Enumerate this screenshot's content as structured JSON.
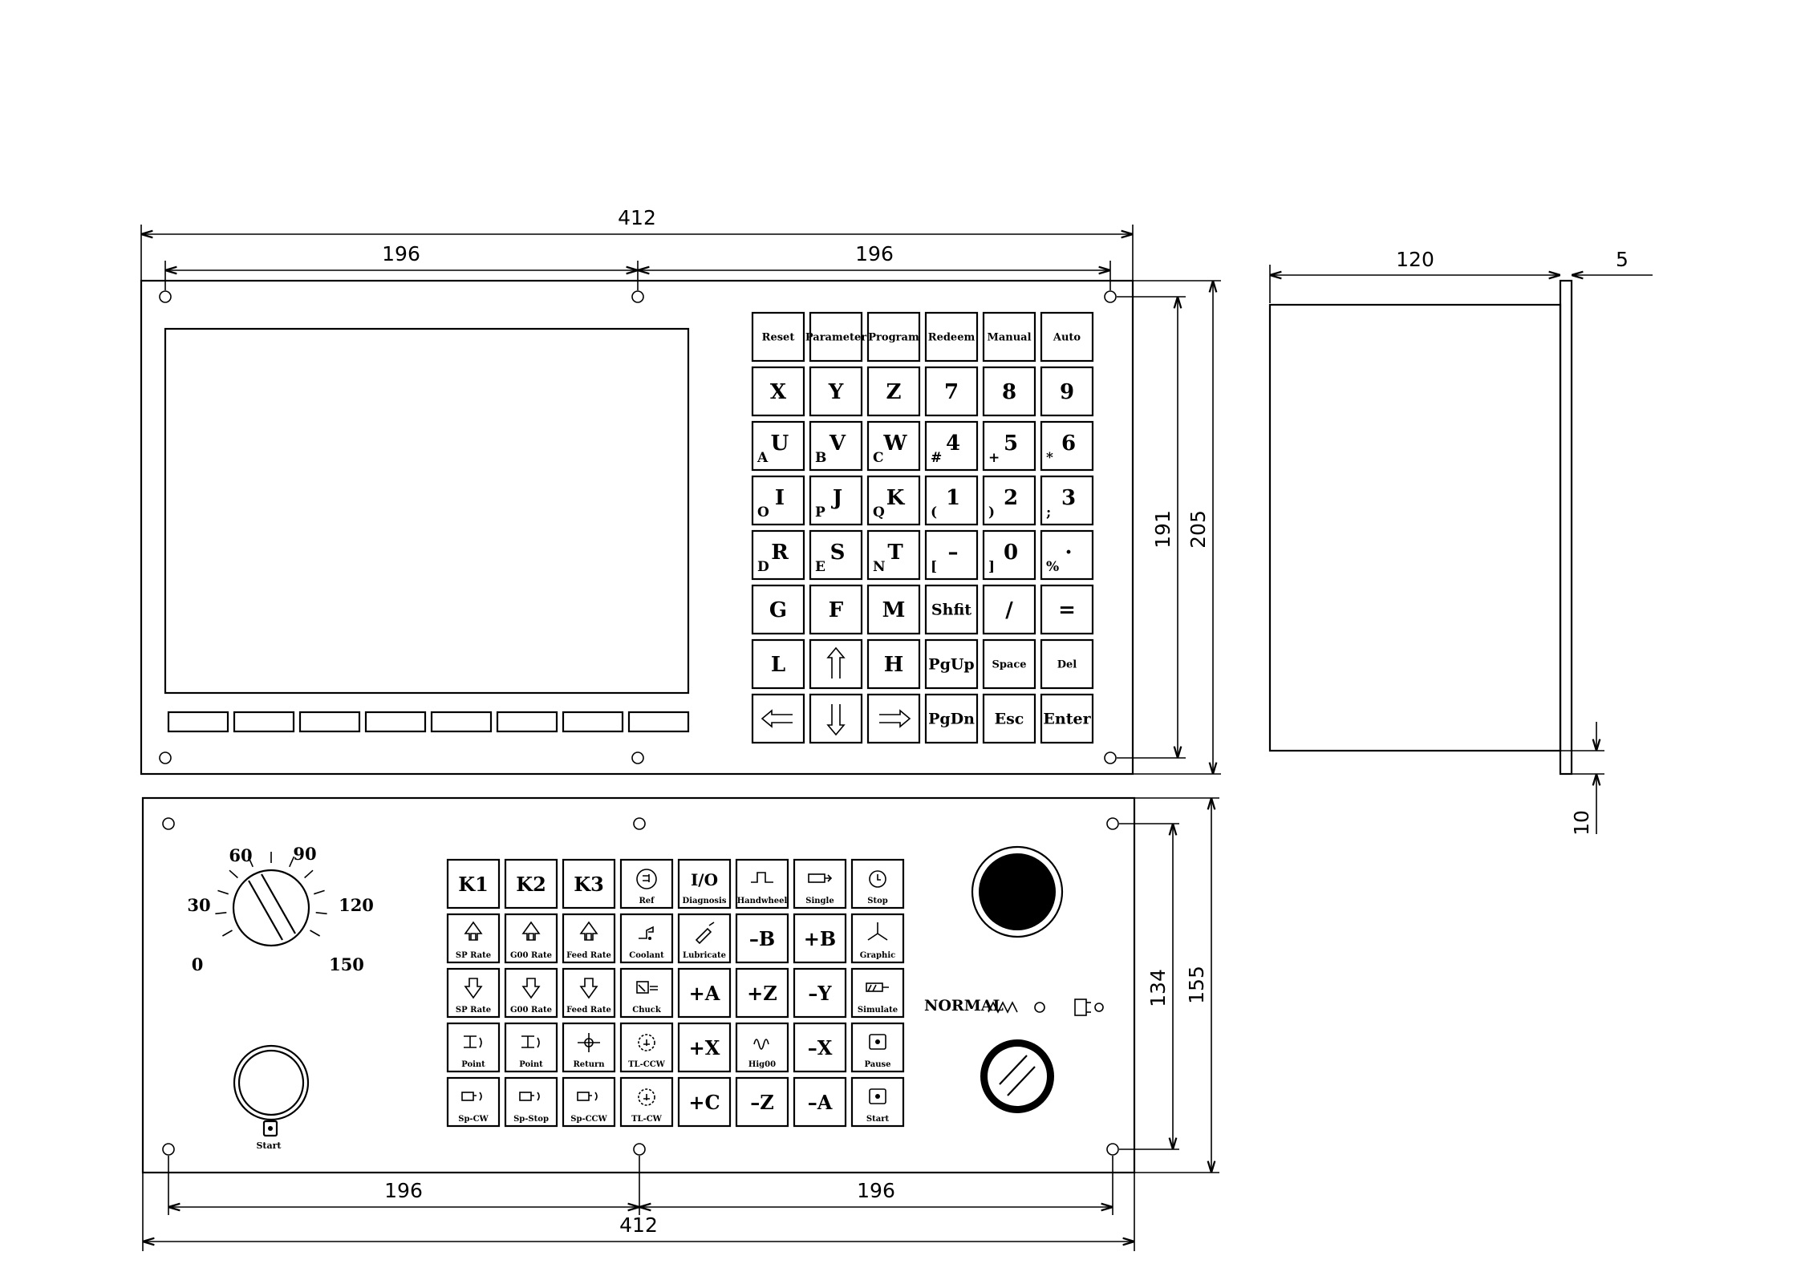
{
  "dimensions": {
    "top_total_width": "412",
    "top_left_half": "196",
    "top_right_half": "196",
    "top_hole_span": "191",
    "top_height": "205",
    "side_depth": "120",
    "side_plate_thickness": "5",
    "side_offset": "10",
    "bottom_hole_span": "134",
    "bottom_height": "155",
    "bottom_left_half": "196",
    "bottom_right_half": "196",
    "bottom_total_width": "412"
  },
  "top_keypad": [
    [
      {
        "t": "Reset",
        "s": "sm"
      },
      {
        "t": "Parameter",
        "s": "sm"
      },
      {
        "t": "Program",
        "s": "sm"
      },
      {
        "t": "Redeem",
        "s": "sm"
      },
      {
        "t": "Manual",
        "s": "sm"
      },
      {
        "t": "Auto",
        "s": "sm"
      }
    ],
    [
      {
        "t": "X"
      },
      {
        "t": "Y"
      },
      {
        "t": "Z"
      },
      {
        "t": "7"
      },
      {
        "t": "8"
      },
      {
        "t": "9"
      }
    ],
    [
      {
        "t": "U",
        "sub": "A"
      },
      {
        "t": "V",
        "sub": "B"
      },
      {
        "t": "W",
        "sub": "C"
      },
      {
        "t": "4",
        "sub": "#"
      },
      {
        "t": "5",
        "sub": "+"
      },
      {
        "t": "6",
        "sub": "*"
      }
    ],
    [
      {
        "t": "I",
        "sub": "O"
      },
      {
        "t": "J",
        "sub": "P"
      },
      {
        "t": "K",
        "sub": "Q"
      },
      {
        "t": "1",
        "sub": "("
      },
      {
        "t": "2",
        "sub": ")"
      },
      {
        "t": "3",
        "sub": ";"
      }
    ],
    [
      {
        "t": "R",
        "sub": "D"
      },
      {
        "t": "S",
        "sub": "E"
      },
      {
        "t": "T",
        "sub": "N"
      },
      {
        "t": "–",
        "sub": "["
      },
      {
        "t": "0",
        "sub": "]"
      },
      {
        "t": "·",
        "sub": "%"
      }
    ],
    [
      {
        "t": "G"
      },
      {
        "t": "F"
      },
      {
        "t": "M"
      },
      {
        "t": "Shfit",
        "s": "md"
      },
      {
        "t": "/"
      },
      {
        "t": "="
      }
    ],
    [
      {
        "t": "L"
      },
      {
        "t": "",
        "icon": "arrow-up"
      },
      {
        "t": "H"
      },
      {
        "t": "PgUp",
        "s": "md"
      },
      {
        "t": "Space",
        "s": "sm"
      },
      {
        "t": "Del",
        "s": "sm"
      }
    ],
    [
      {
        "t": "",
        "icon": "arrow-left"
      },
      {
        "t": "",
        "icon": "arrow-down"
      },
      {
        "t": "",
        "icon": "arrow-right"
      },
      {
        "t": "PgDn",
        "s": "md"
      },
      {
        "t": "Esc",
        "s": "md"
      },
      {
        "t": "Enter",
        "s": "md"
      }
    ]
  ],
  "bottom_keypad": [
    [
      {
        "t": "K1"
      },
      {
        "t": "K2"
      },
      {
        "t": "K3"
      },
      {
        "t": "Ref",
        "icon": "ref"
      },
      {
        "t": "I/O",
        "cap": "Diagnosis"
      },
      {
        "t": "Handwheel",
        "icon": "pulse"
      },
      {
        "t": "Single",
        "icon": "single"
      },
      {
        "t": "Stop",
        "icon": "stop"
      }
    ],
    [
      {
        "t": "SP Rate",
        "icon": "rate-up"
      },
      {
        "t": "G00 Rate",
        "icon": "rate-up"
      },
      {
        "t": "Feed Rate",
        "icon": "rate-up"
      },
      {
        "t": "Coolant",
        "icon": "coolant"
      },
      {
        "t": "Lubricate",
        "icon": "lube"
      },
      {
        "t": "–B"
      },
      {
        "t": "+B"
      },
      {
        "t": "Graphic",
        "icon": "axes"
      }
    ],
    [
      {
        "t": "SP Rate",
        "icon": "rate-down"
      },
      {
        "t": "G00 Rate",
        "icon": "rate-down"
      },
      {
        "t": "Feed Rate",
        "icon": "rate-down"
      },
      {
        "t": "Chuck",
        "icon": "chuck"
      },
      {
        "t": "+A"
      },
      {
        "t": "+Z"
      },
      {
        "t": "–Y"
      },
      {
        "t": "Simulate",
        "icon": "simulate"
      }
    ],
    [
      {
        "t": "Point",
        "icon": "point"
      },
      {
        "t": "Point",
        "icon": "point"
      },
      {
        "t": "Return",
        "icon": "return"
      },
      {
        "t": "TL-CCW",
        "icon": "tool"
      },
      {
        "t": "+X"
      },
      {
        "t": "Hig00",
        "icon": "hig"
      },
      {
        "t": "–X"
      },
      {
        "t": "Pause",
        "icon": "pause"
      }
    ],
    [
      {
        "t": "Sp-CW",
        "icon": "spindle"
      },
      {
        "t": "Sp-Stop",
        "icon": "spindle"
      },
      {
        "t": "Sp-CCW",
        "icon": "spindle"
      },
      {
        "t": "TL-CW",
        "icon": "tool"
      },
      {
        "t": "+C"
      },
      {
        "t": "–Z"
      },
      {
        "t": "–A"
      },
      {
        "t": "Start",
        "icon": "pause"
      }
    ]
  ],
  "dial_labels": [
    "0",
    "30",
    "60",
    "90",
    "120",
    "150"
  ],
  "start_caption": "Start",
  "mode_label": "NORMAL"
}
